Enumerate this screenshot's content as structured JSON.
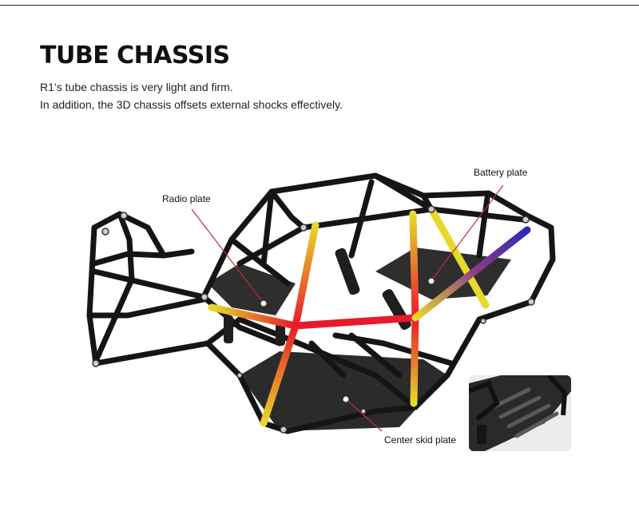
{
  "header": {
    "title": "TUBE CHASSIS",
    "description_line1": "R1’s tube chassis is very light and firm.",
    "description_line2": "In addition, the 3D chassis offsets external shocks effectively."
  },
  "callouts": {
    "radio_plate": "Radio plate",
    "battery_plate": "Battery plate",
    "center_skid_plate": "Center skid plate"
  },
  "figure": {
    "subject": "chassis-illustration",
    "inset_subject": "skid-plate-closeup",
    "colors": {
      "tube": "#151515",
      "highlight_red": "#e8192b",
      "highlight_yellow": "#e8d82a",
      "highlight_blue": "#2a2ab8",
      "leader_line": "#b4333c",
      "plate": "#2b2b2b"
    }
  }
}
